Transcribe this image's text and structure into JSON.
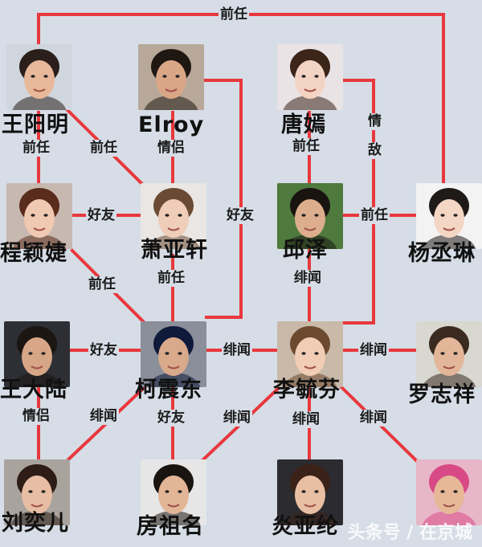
{
  "people": [
    {
      "id": "wang_yangming",
      "name": "王阳明",
      "skin": "#e8b89a",
      "hair": "#2a1f1a",
      "bg": "#cfd6dd"
    },
    {
      "id": "elroy",
      "name": "Elroy",
      "skin": "#d9a686",
      "hair": "#1f1712",
      "bg": "#b8a89a"
    },
    {
      "id": "tang_yan",
      "name": "唐嫣",
      "skin": "#f3d3c4",
      "hair": "#3b2418",
      "bg": "#e9e3e6"
    },
    {
      "id": "cheng_yingjie",
      "name": "程颖婕",
      "skin": "#f0c9b3",
      "hair": "#5a2c1c",
      "bg": "#c7b8b0"
    },
    {
      "id": "xiao_yaxuan",
      "name": "萧亚轩",
      "skin": "#efcdb8",
      "hair": "#6a4a33",
      "bg": "#e9e6e3"
    },
    {
      "id": "qiu_ze",
      "name": "邱泽",
      "skin": "#dcae8e",
      "hair": "#1a1410",
      "bg": "#4f7a3d"
    },
    {
      "id": "yang_chenglin",
      "name": "杨丞琳",
      "skin": "#f4d6c4",
      "hair": "#1e1a18",
      "bg": "#f3f3f3"
    },
    {
      "id": "wang_dalu",
      "name": "王大陆",
      "skin": "#d6a687",
      "hair": "#1b1612",
      "bg": "#2d2f35"
    },
    {
      "id": "ke_zhendong",
      "name": "柯震东",
      "skin": "#d9a98b",
      "hair": "#0f1a3a",
      "bg": "#8a8f9a"
    },
    {
      "id": "li_yufen",
      "name": "李毓芬",
      "skin": "#f2cdb6",
      "hair": "#6b4a2f",
      "bg": "#c9b9a8"
    },
    {
      "id": "luo_zhixiang",
      "name": "罗志祥",
      "skin": "#e3b699",
      "hair": "#3a2a20",
      "bg": "#d8d8d0"
    },
    {
      "id": "liu_yier",
      "name": "刘奕儿",
      "skin": "#e7bda3",
      "hair": "#2e1d16",
      "bg": "#a9a39e"
    },
    {
      "id": "fang_zuming",
      "name": "房祖名",
      "skin": "#e2b597",
      "hair": "#1a1410",
      "bg": "#e6e6e6"
    },
    {
      "id": "yan_yaluen",
      "name": "炎亚纶",
      "skin": "#e9bfa3",
      "hair": "#3a2218",
      "bg": "#2b2b30"
    },
    {
      "id": "person_14",
      "name": "",
      "skin": "#e6b898",
      "hair": "#d84a86",
      "bg": "#e7b6c7"
    }
  ],
  "relations": {
    "top_qianren": "前任",
    "wym_qianren": "前任",
    "wym_xyx_qianren": "前任",
    "elroy_qinglv": "情侣",
    "tangyan_qianren": "前任",
    "qingdi_1": "情",
    "qingdi_2": "敌",
    "cyj_xyx_haoyou": "好友",
    "elroy_kzd_haoyou": "好友",
    "qz_ycl_qianren": "前任",
    "cyj_kzd_qianren": "前任",
    "xyx_kzd_qianren": "前任",
    "qz_lyf_feiwen": "绯闻",
    "wdl_kzd_haoyou": "好友",
    "kzd_lyf_feiwen": "绯闻",
    "lyf_lzx_feiwen": "绯闻",
    "wdl_lye_qinglv": "情侣",
    "kzd_lye_feiwen": "绯闻",
    "kzd_fzm_haoyou": "好友",
    "lyf_fzm_feiwen": "绯闻",
    "lyf_yyl_feiwen": "绯闻",
    "lyf_p14_feiwen": "绯闻"
  },
  "watermark": "头条号 / 在京城",
  "line_color": "#e8383d"
}
